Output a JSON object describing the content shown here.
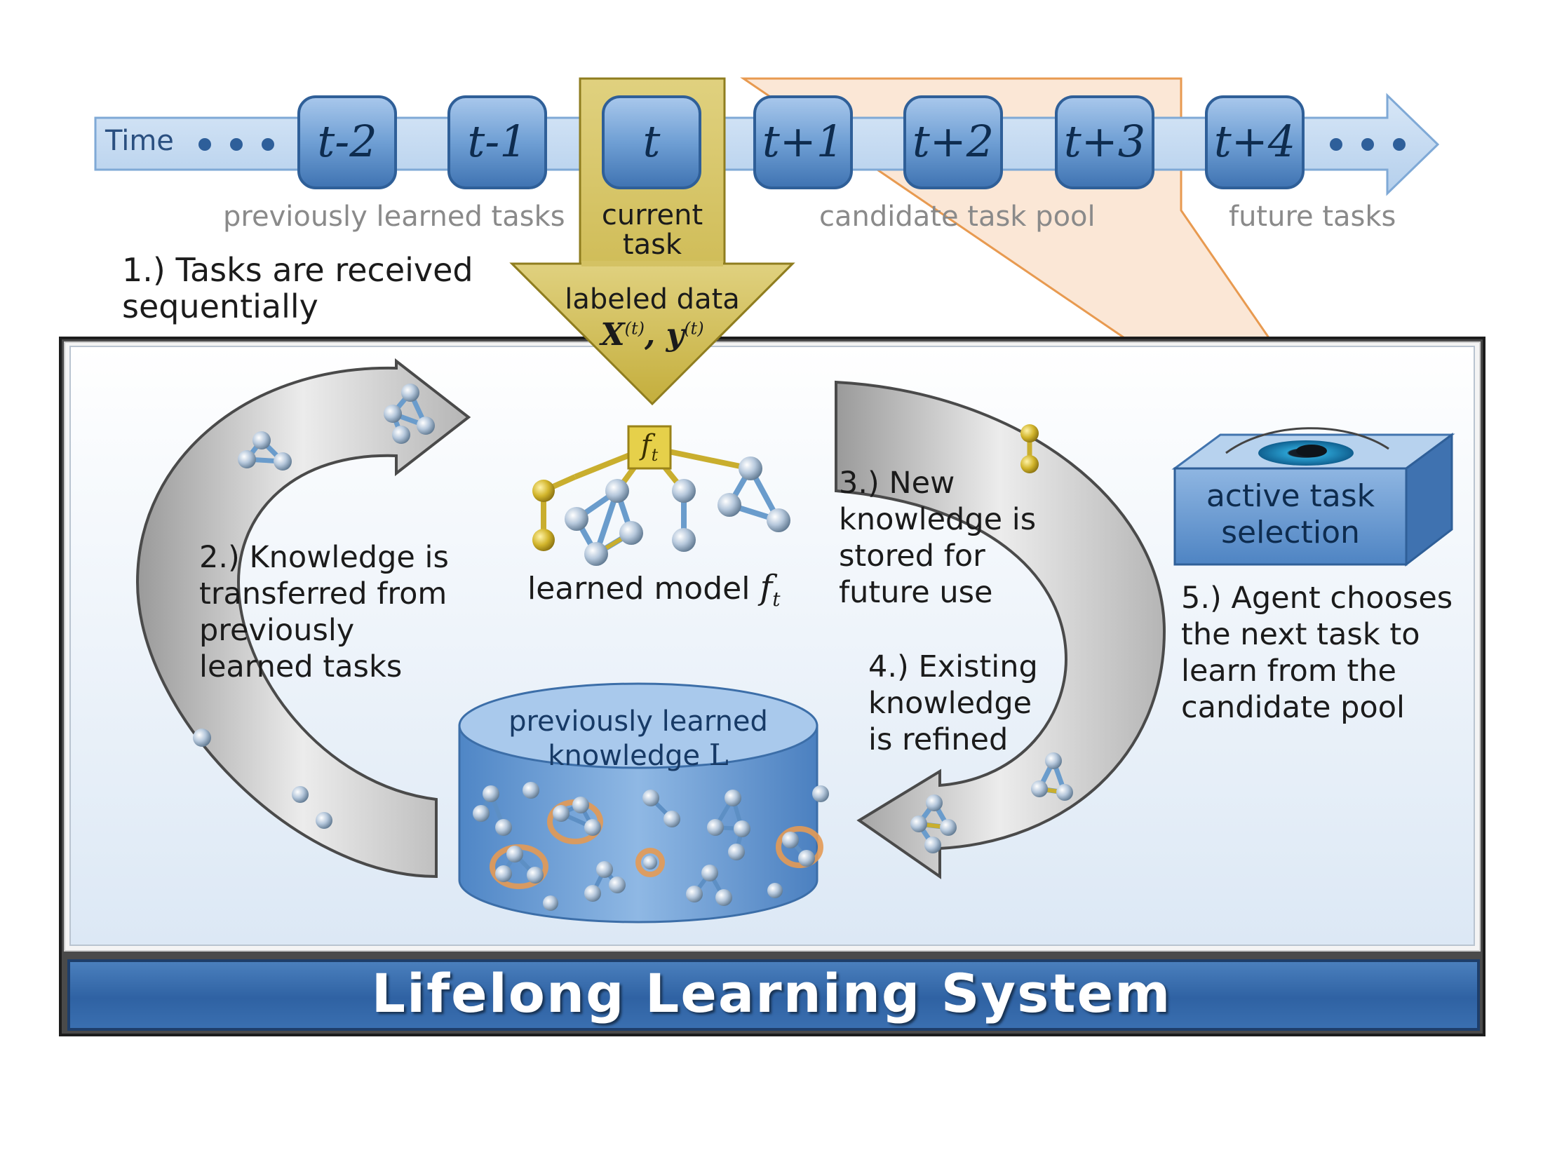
{
  "timeline": {
    "time_label": "Time",
    "tasks": [
      "t-2",
      "t-1",
      "t",
      "t+1",
      "t+2",
      "t+3",
      "t+4"
    ]
  },
  "captions": {
    "previous": "previously learned tasks",
    "current_line1": "current",
    "current_line2": "task",
    "candidate": "candidate task pool",
    "future": "future tasks"
  },
  "steps": {
    "s1_line1": "1.) Tasks are received",
    "s1_line2": "sequentially",
    "s2_line1": "2.) Knowledge is",
    "s2_line2": "transferred from",
    "s2_line3": "previously",
    "s2_line4": "learned tasks",
    "s3_line1": "3.) New",
    "s3_line2": "knowledge is",
    "s3_line3": "stored for",
    "s3_line4": "future use",
    "s4_line1": "4.) Existing",
    "s4_line2": "knowledge",
    "s4_line3": "is refined",
    "s5_line1": "5.) Agent chooses",
    "s5_line2": "the next task to",
    "s5_line3": "learn from the",
    "s5_line4": "candidate pool"
  },
  "arrow": {
    "labeled_data": "labeled data",
    "x_sym": "X",
    "y_sym": "y",
    "sup": "(t)",
    "comma": ","
  },
  "model": {
    "node_label": "f",
    "node_sub": "t",
    "caption": "learned model",
    "caption_f": "f",
    "caption_sub": "t"
  },
  "database": {
    "line1": "previously learned",
    "line2": "knowledge",
    "symbol": "L"
  },
  "active_box": {
    "line1": "active task",
    "line2": "selection"
  },
  "system_title": "Lifelong Learning System",
  "colors": {
    "task_blue": "#6f9fd4",
    "gold": "#c9b23a",
    "orange": "#e89a50",
    "title_bar": "#2f62a3"
  }
}
